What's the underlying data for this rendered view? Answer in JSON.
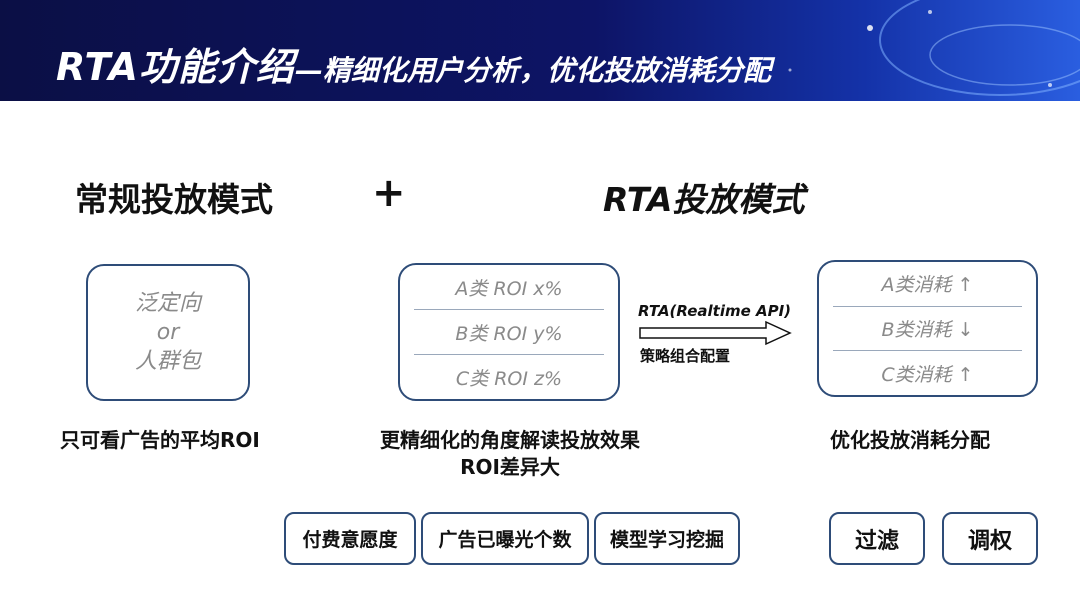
{
  "header": {
    "title_main": "RTA功能介绍",
    "title_sub": "—精细化用户分析，优化投放消耗分配"
  },
  "left": {
    "heading": "常规投放模式",
    "box_lines": [
      "泛定向",
      "or",
      "人群包"
    ],
    "caption": "只可看广告的平均ROI"
  },
  "plus": "+",
  "rta": {
    "heading": "RTA投放模式",
    "roi_rows": [
      "A类 ROI x%",
      "B类 ROI y%",
      "C类 ROI z%"
    ],
    "caption_lines": [
      "更精细化的角度解读投放效果",
      "ROI差异大"
    ],
    "arrow_top": "RTA(Realtime API)",
    "arrow_bottom": "策略组合配置",
    "consume_rows": [
      "A类消耗 ↑",
      "B类消耗 ↓",
      "C类消耗 ↑"
    ],
    "consume_caption": "优化投放消耗分配"
  },
  "tags": {
    "left": [
      "付费意愿度",
      "广告已曝光个数",
      "模型学习挖掘"
    ],
    "right": [
      "过滤",
      "调权"
    ]
  }
}
